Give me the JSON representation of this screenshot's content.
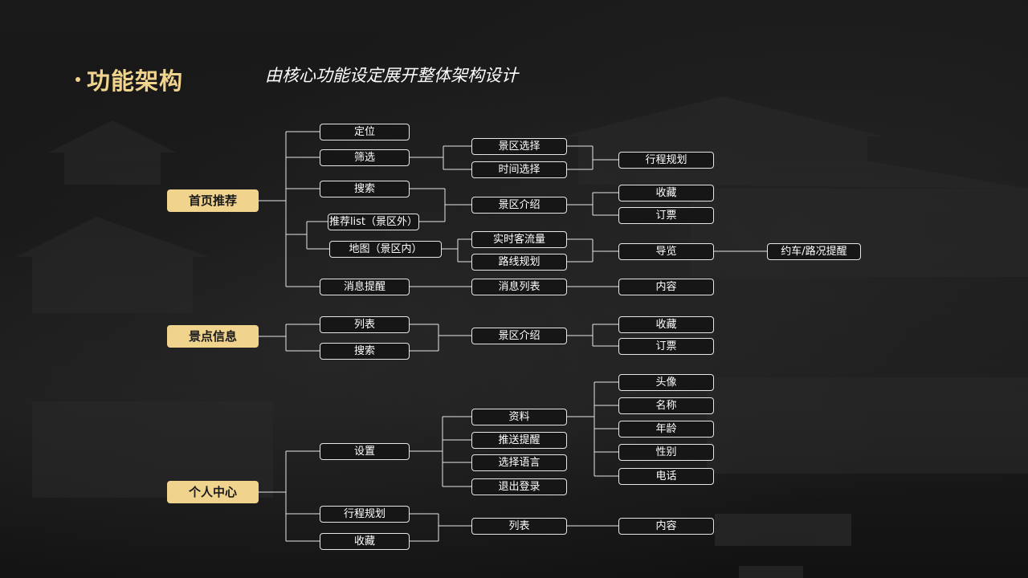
{
  "header": {
    "title": "功能架构",
    "subtitle": "由核心功能设定展开整体架构设计"
  },
  "colors": {
    "accent": "#f0d48e",
    "node_border": "#e6e6e6",
    "background": "#141414"
  },
  "roots": {
    "home": "首页推荐",
    "scenic": "景点信息",
    "personal": "个人中心"
  },
  "home": {
    "locate": "定位",
    "filter": "筛选",
    "search": "搜索",
    "recommend_list": "推荐list（景区外）",
    "map": "地图（景区内）",
    "notify": "消息提醒",
    "area_select": "景区选择",
    "time_select": "时间选择",
    "trip_plan": "行程规划",
    "area_intro": "景区介绍",
    "favorite": "收藏",
    "ticket": "订票",
    "realtime_flow": "实时客流量",
    "route_plan": "路线规划",
    "guide": "导览",
    "car_alert": "约车/路况提醒",
    "msg_list": "消息列表",
    "content": "内容"
  },
  "scenic": {
    "list": "列表",
    "search": "搜索",
    "area_intro": "景区介绍",
    "favorite": "收藏",
    "ticket": "订票"
  },
  "personal": {
    "settings": "设置",
    "trip_plan": "行程规划",
    "favorite": "收藏",
    "profile": "资料",
    "push_alert": "推送提醒",
    "language": "选择语言",
    "logout": "退出登录",
    "avatar": "头像",
    "name": "名称",
    "age": "年龄",
    "gender": "性别",
    "phone": "电话",
    "list": "列表",
    "content": "内容"
  }
}
